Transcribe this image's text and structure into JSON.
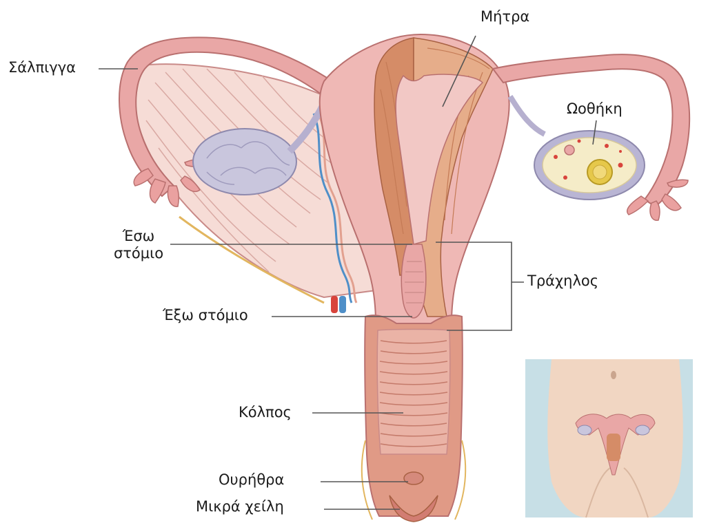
{
  "labels": {
    "fallopian_tube": "Σάλπιγγα",
    "uterus": "Μήτρα",
    "ovary": "Ωοθήκη",
    "internal_os_line1": "Έσω",
    "internal_os_line2": "στόμιο",
    "cervix": "Τράχηλος",
    "external_os": "Έξω στόμιο",
    "vagina": "Κόλπος",
    "urethra": "Ουρήθρα",
    "labia_minora": "Μικρά χείλη"
  },
  "colors": {
    "outer_tissue": "#e9a7a6",
    "inner_cavity": "#f2c8c5",
    "muscle": "#d58c67",
    "muscle_light": "#e6ad8a",
    "broad_ligament": "#f6dcd6",
    "ovary_left": "#c9c6dd",
    "ovary_section": "#f5ecc8",
    "follicle": "#e6c84a",
    "artery": "#d8443c",
    "vein": "#4f8fc8",
    "inset_background": "#c7dfe6",
    "inset_skin": "#f1d6c2",
    "leader_line": "#555555"
  }
}
